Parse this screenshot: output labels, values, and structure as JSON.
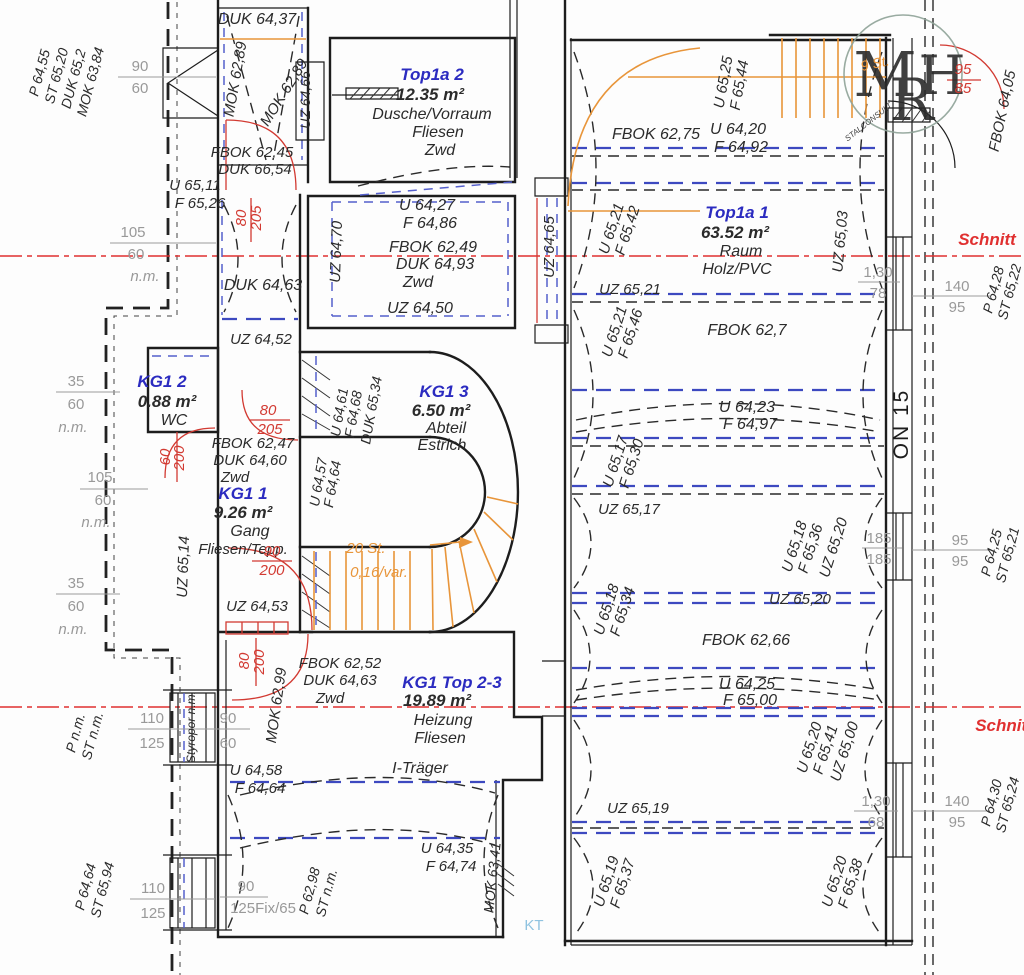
{
  "colors": {
    "wall": "#1d1d1d",
    "beam_blue": "#3d49c0",
    "door_red": "#d23a32",
    "section_red": "#e03030",
    "stair_orange": "#e8953a",
    "dim_gray": "#999999",
    "room_blue": "#2b2bc0",
    "kt_blue": "#8fc3e0",
    "logo_green": "#2c5c46"
  },
  "plan": {
    "schnitt_top": "Schnitt",
    "schnitt_bottom": "Schnitt",
    "on15": "ON 15",
    "kt": "KT",
    "itraeger": "I-Träger",
    "styropor": "Styropor n.m."
  },
  "rooms": {
    "top1a2": {
      "name": "Top1a 2",
      "area": "12.35 m²",
      "line1": "Dusche/Vorraum",
      "line2": "Fliesen",
      "line3": "Zwd"
    },
    "top1a1": {
      "name": "Top1a 1",
      "area": "63.52 m²",
      "line1": "Raum",
      "line2": "Holz/PVC"
    },
    "kg12": {
      "name": "KG1 2",
      "area": "0.88 m²",
      "line1": "WC"
    },
    "kg11": {
      "name": "KG1 1",
      "area": "9.26 m²",
      "line1": "Gang",
      "line2": "Fliesen/Tepp."
    },
    "kg13": {
      "name": "KG1 3",
      "area": "6.50 m²",
      "line1": "Abteil",
      "line2": "Estrich"
    },
    "kg1top23": {
      "name": "KG1 Top 2-3",
      "area": "19.89 m²",
      "line1": "Heizung",
      "line2": "Fliesen"
    }
  },
  "levels": {
    "duk6437": "DUK 64,37",
    "mok6289a": "MOK 62,89",
    "mok6289b": "MOK 62,89",
    "uz6466": "UZ 64,66",
    "fbok6245": "FBOK 62,45",
    "duk6654": "DUK 66,54",
    "u6511": "U 65,11",
    "f6526": "F 65,26",
    "duk6463": "DUK 64,63",
    "uz6452": "UZ 64,52",
    "uz6470": "UZ 64,70",
    "u6427": "U 64,27",
    "f6486": "F 64,86",
    "fbok6249": "FBOK 62,49",
    "duk6493": "DUK 64,93",
    "zwd_b": "Zwd",
    "uz6450": "UZ 64,50",
    "uz6465": "UZ 64,65",
    "fbok6275": "FBOK 62,75",
    "u6420": "U 64,20",
    "f6492": "F 64,92",
    "u6525": "U 65,25",
    "f6544": "F 65,44",
    "fbok6405": "FBOK 64,05",
    "u6521a": "U 65,21",
    "f6542": "F 65,42",
    "uz6503": "UZ 65,03",
    "uz6521": "UZ 65,21",
    "u6521b": "U 65,21",
    "f6546": "F 65,46",
    "fbok627": "FBOK 62,7",
    "u6423": "U 64,23",
    "f6497": "F 64,97",
    "u6517": "U 65,17",
    "f6530": "F 65,30",
    "uz6517": "UZ 65,17",
    "u6518a": "U 65,18",
    "f6536": "F 65,36",
    "uz6520a": "UZ 65,20",
    "uz6520b": "UZ 65,20",
    "u6518b": "U 65,18",
    "f6534": "F 65,34",
    "fbok6266": "FBOK 62,66",
    "u6425": "U 64,25",
    "f6500": "F 65,00",
    "u6520a": "U 65,20",
    "f6541": "F 65,41",
    "uz6500": "UZ 65,00",
    "uz6519": "UZ 65,19",
    "u6519": "U 65,19",
    "f6537": "F 65,37",
    "u6520b": "U 65,20",
    "f6538": "F 65,38",
    "u6461": "U 64,61",
    "f6468": "F 64,68",
    "duk6534": "DUK 65,34",
    "u6457": "U 64,57",
    "f6464a": "F 64,64",
    "fbok6247": "FBOK 62,47",
    "duk6460": "DUK 64,60",
    "zwd_c": "Zwd",
    "uz6514": "UZ 65,14",
    "uz6453": "UZ 64,53",
    "fbok6252": "FBOK 62,52",
    "duk6463b": "DUK 64,63",
    "zwd_d": "Zwd",
    "mok6299": "MOK 62,99",
    "u6458": "U 64,58",
    "f6464b": "F 64,64",
    "u6435": "U 64,35",
    "f6474": "F 64,74",
    "mok6341": "MOK 63,41"
  },
  "margins": {
    "p6455": "P 64,55",
    "st6520": "ST 65,20",
    "duk652": "DUK 65,2",
    "mok6384": "MOK 63,84",
    "pnm": "P n.m.",
    "stnm": "ST n.m.",
    "p6464": "P 64,64",
    "st6594": "ST 65,94",
    "p6298": "P 62,98",
    "stnm2": "ST n.m.",
    "p6428": "P 64,28",
    "st6522": "ST 65,22",
    "p6425": "P 64,25",
    "st6521": "ST 65,21",
    "p6430": "P 64,30",
    "st6524": "ST 65,24"
  },
  "dims": {
    "a1": "90",
    "a2": "60",
    "b1": "105",
    "b2": "60",
    "b3": "n.m.",
    "c1": "35",
    "c2": "60",
    "c3": "n.m.",
    "d1": "105",
    "d2": "60",
    "d3": "n.m.",
    "e1": "35",
    "e2": "60",
    "e3": "n.m.",
    "f1": "110",
    "f2": "125",
    "g1": "90",
    "g2": "60",
    "h1": "110",
    "h2": "125",
    "i1": "90",
    "i2": "125Fix/65",
    "j1": "1,30",
    "j2": "78",
    "k1": "140",
    "k2": "95",
    "l1": "185",
    "l2": "185",
    "m1": "95",
    "m2": "95",
    "n1": "1,30",
    "n2": "68",
    "o1": "140",
    "o2": "95"
  },
  "reddims": {
    "a1": "80",
    "a2": "205",
    "b1": "80",
    "b2": "205",
    "c1": "60",
    "c2": "200",
    "d1": "90",
    "d2": "200",
    "e1": "80",
    "e2": "200",
    "f1": "95",
    "f2": "85"
  },
  "stairs": {
    "top": "9 St.",
    "count": "20 St.",
    "step": "0,16/var."
  },
  "logo": {
    "m": "M",
    "r": "R",
    "h": "H",
    "arc": "STALCONSULT"
  }
}
